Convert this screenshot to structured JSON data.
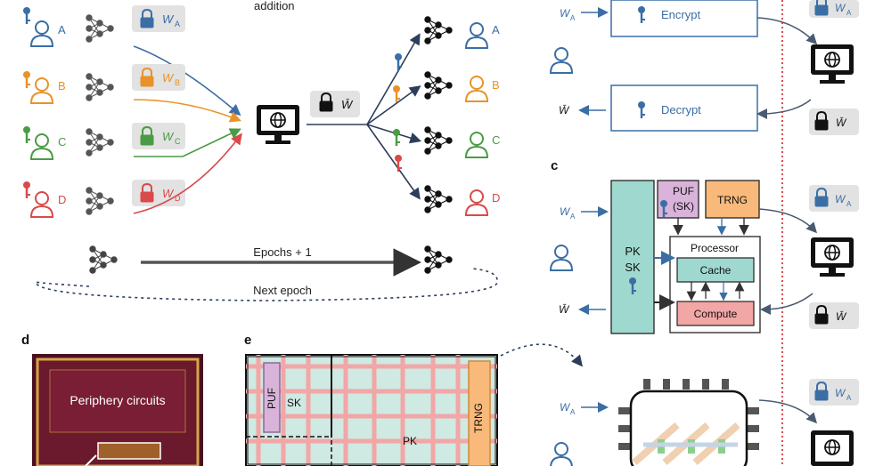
{
  "panel_a": {
    "top_label": "addition",
    "clients": [
      {
        "letter": "A",
        "weight_sub": "A",
        "color": "#3a6ea5"
      },
      {
        "letter": "B",
        "weight_sub": "B",
        "color": "#e8932a"
      },
      {
        "letter": "C",
        "weight_sub": "C",
        "color": "#4a9b45"
      },
      {
        "letter": "D",
        "weight_sub": "D",
        "color": "#d94a4a"
      }
    ],
    "weight_symbol": "W",
    "aggregate_symbol": "W̄",
    "epochs_label": "Epochs + 1",
    "next_epoch_label": "Next epoch"
  },
  "panel_b": {
    "input_w": "W",
    "input_sub": "A",
    "encrypt_label": "Encrypt",
    "decrypt_label": "Decrypt",
    "output_w": "W̄",
    "stored_w": "W",
    "stored_sub": "A",
    "stored_agg": "W̄"
  },
  "panel_c": {
    "letter": "c",
    "input_w": "W",
    "input_sub": "A",
    "output_w": "W̄",
    "pk_label": "PK",
    "sk_label": "SK",
    "puf_label": "PUF",
    "puf_sub": "(SK)",
    "trng_label": "TRNG",
    "processor_label": "Processor",
    "cache_label": "Cache",
    "compute_label": "Compute",
    "stored_w": "W",
    "stored_sub": "A",
    "stored_agg": "W̄"
  },
  "panel_d": {
    "letter": "d",
    "periphery_label": "Periphery circuits"
  },
  "panel_e": {
    "letter": "e",
    "puf_label": "PUF",
    "sk_label": "SK",
    "pk_label": "PK",
    "trng_label": "TRNG",
    "input_w": "W",
    "input_sub": "A",
    "stored_w": "W",
    "stored_sub": "A"
  },
  "colors": {
    "blue": "#3a6ea5",
    "orange": "#e8932a",
    "green": "#4a9b45",
    "red": "#d94a4a",
    "navy": "#2c3e5c",
    "teal": "#9fd8cf",
    "pink": "#f2a6a6",
    "lavender": "#d9b3d9",
    "tag_gray": "#e2e2e2"
  }
}
